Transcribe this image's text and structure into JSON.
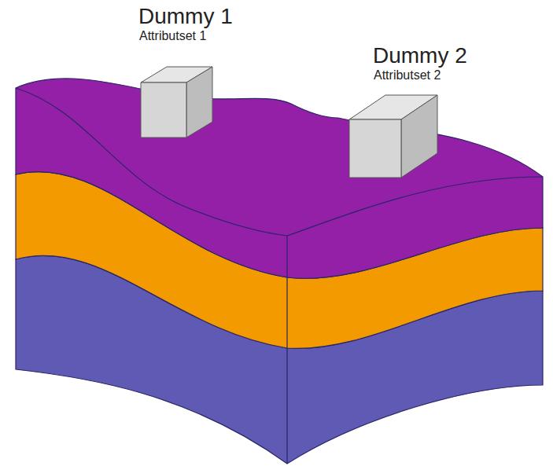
{
  "diagram": {
    "nodes": [
      {
        "text": [
          "Dummy 1",
          "Attributset 1"
        ]
      },
      {
        "text": [
          "Dummy 2",
          "Attributset 2"
        ]
      }
    ]
  }
}
